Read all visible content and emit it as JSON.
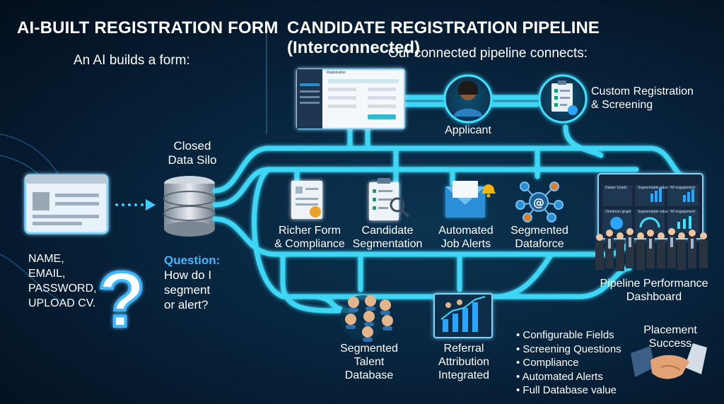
{
  "left_panel": {
    "title": "AI-BUILT REGISTRATION FORM",
    "subtitle": "An AI builds a form:",
    "form_fields": [
      "NAME,",
      "EMAIL,",
      "PASSWORD,",
      "UPLOAD CV."
    ],
    "silo_label_1": "Closed",
    "silo_label_2": "Data Silo",
    "question_heading": "Question:",
    "question_lines": [
      "How do I",
      "segment",
      "or alert?"
    ],
    "question_mark": "?"
  },
  "right_panel": {
    "title": "CANDIDATE REGISTRATION PIPELINE (Interconnected)",
    "subtitle": "Our connected pipeline connects:",
    "registration_window_title": "Registration",
    "nodes": {
      "applicant": "Applicant",
      "custom_registration": [
        "Custom Registration",
        "& Screening"
      ],
      "richer_form": [
        "Richer Form",
        "& Compliance"
      ],
      "candidate_segmentation": [
        "Candidate",
        "Segmentation"
      ],
      "automated_job_alerts": [
        "Automated",
        "Job Alerts"
      ],
      "segmented_dataforce": [
        "Segmented",
        "Dataforce"
      ],
      "dashboard": [
        "Pipeline Performance",
        "Dashboard"
      ],
      "talent_database": [
        "Segmented",
        "Talent",
        "Database"
      ],
      "referral": [
        "Referral",
        "Attribution",
        "Integrated"
      ],
      "placement": [
        "Placement",
        "Success"
      ]
    },
    "dashboard_tiles": [
      "Dateer Ucads",
      "Segmentable value",
      "Wl engagement",
      "Onndouor graph",
      "Segmentable value",
      "Wl engagement"
    ],
    "features": [
      "Configurable Fields",
      "Screening Questions",
      "Compliance",
      "Automated Alerts",
      "Full Database value"
    ]
  },
  "colors": {
    "background": "#061a2c",
    "pipe": "#3fe0ff",
    "accent_blue": "#29a6ff",
    "question": "#3fb8ff"
  }
}
